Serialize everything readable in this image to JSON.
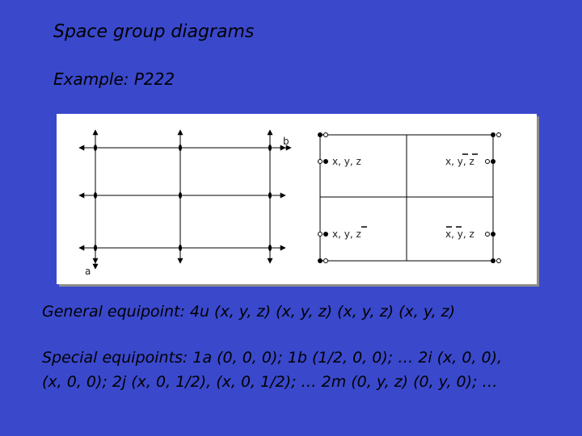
{
  "slide": {
    "title": "Space group diagrams",
    "example": "Example: P222"
  },
  "diagram": {
    "axis_a_label": "a",
    "axis_b_label": "b",
    "coords": {
      "top_left": "x, y, z",
      "top_right": "x, y, z",
      "bottom_left": "x, y, z",
      "bottom_right": "x, y, z"
    }
  },
  "text": {
    "general_line": "General equipoint: 4u (x, y, z) (x, y, z) (x, y, z) (x, y, z)",
    "special_line1": "Special equipoints: 1a (0, 0, 0); 1b (1/2, 0, 0); … 2i (x, 0, 0),",
    "special_line2": "(x, 0, 0); 2j (x, 0, 1/2), (x, 0, 1/2); … 2m (0, y, z) (0, y, 0); …"
  },
  "colors": {
    "background": "#3a48cc",
    "panel": "#ffffff"
  }
}
